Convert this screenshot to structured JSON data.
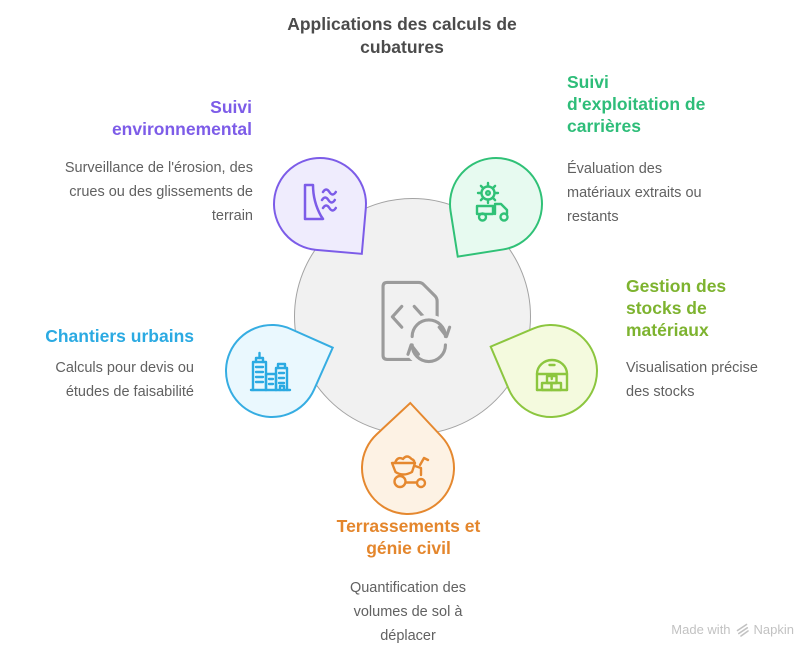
{
  "title": "Applications des calculs de cubatures",
  "center": {
    "icon": "document-sync-icon",
    "circle_fill": "#f1f1f1",
    "circle_stroke": "#a3a3a3"
  },
  "items": [
    {
      "id": "environnement",
      "heading": "Suivi environnemental",
      "body": "Surveillance de l'érosion, des crues ou des glissements de terrain",
      "icon": "dam-water-icon",
      "accent": "#7d5ce8",
      "petal_fill": "#efecfd"
    },
    {
      "id": "carrieres",
      "heading": "Suivi d'exploitation de carrières",
      "body": "Évaluation des matériaux extraits ou restants",
      "icon": "gear-truck-icon",
      "accent": "#2ebd79",
      "petal_fill": "#e7faf0"
    },
    {
      "id": "stocks",
      "heading": "Gestion des stocks de matériaux",
      "body": "Visualisation précise des stocks",
      "icon": "warehouse-icon",
      "accent": "#7db32f",
      "petal_fill": "#f4fade"
    },
    {
      "id": "chantiers",
      "heading": "Chantiers urbains",
      "body": "Calculs pour devis ou études de faisabilité",
      "icon": "city-buildings-icon",
      "accent": "#2baae2",
      "petal_fill": "#eaf8fe"
    },
    {
      "id": "terrassements",
      "heading": "Terrassements et génie civil",
      "body": "Quantification des volumes de sol à déplacer",
      "icon": "dump-cart-icon",
      "accent": "#e4862c",
      "petal_fill": "#fdf2e4"
    }
  ],
  "footer": {
    "made_with": "Made with",
    "brand": "Napkin"
  }
}
